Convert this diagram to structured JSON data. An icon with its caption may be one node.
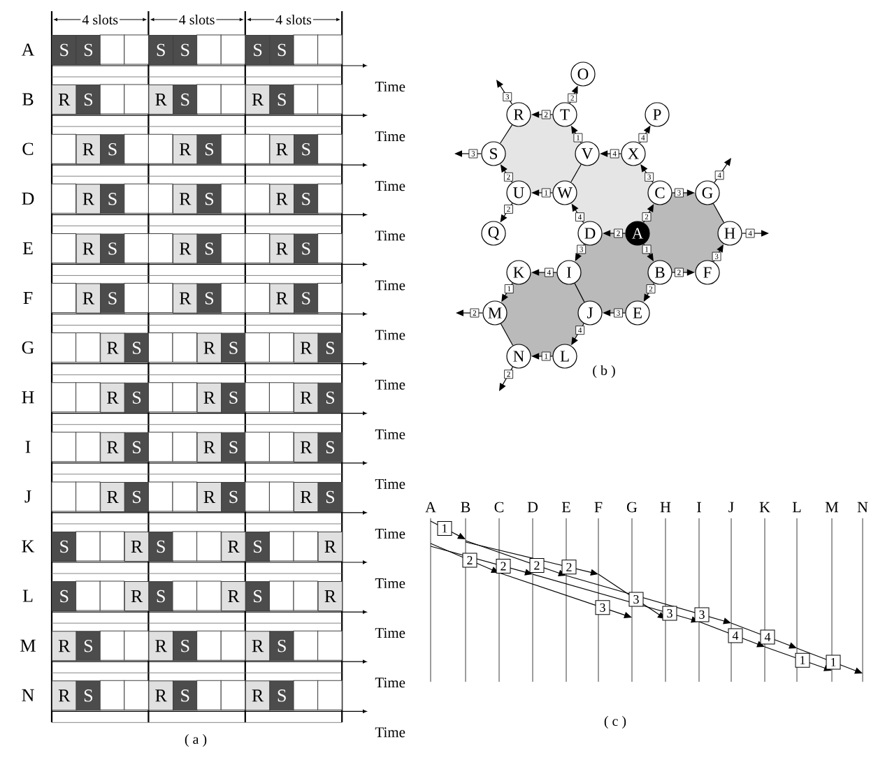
{
  "diagram": {
    "nodes": [
      {
        "text": [
          "O"
        ]
      },
      {
        "text": [
          "P"
        ]
      },
      {
        "text": [
          "R"
        ]
      },
      {
        "text": [
          "T"
        ]
      },
      {
        "text": [
          "S"
        ]
      },
      {
        "text": [
          "V"
        ]
      },
      {
        "text": [
          "X"
        ]
      },
      {
        "text": [
          "U"
        ]
      },
      {
        "text": [
          "W"
        ]
      },
      {
        "text": [
          "C"
        ]
      },
      {
        "text": [
          "G"
        ]
      },
      {
        "text": [
          "Q"
        ]
      },
      {
        "text": [
          "D"
        ]
      },
      {
        "text": [
          "A"
        ]
      },
      {
        "text": [
          "H"
        ]
      },
      {
        "text": [
          "K"
        ]
      },
      {
        "text": [
          "I"
        ]
      },
      {
        "text": [
          "B"
        ]
      },
      {
        "text": [
          "F"
        ]
      },
      {
        "text": [
          "M"
        ]
      },
      {
        "text": [
          "J"
        ]
      },
      {
        "text": [
          "E"
        ]
      },
      {
        "text": [
          "N"
        ]
      },
      {
        "text": [
          "L"
        ]
      },
      {
        "text": [
          "A"
        ]
      },
      {
        "text": [
          "B"
        ]
      },
      {
        "text": [
          "C"
        ]
      },
      {
        "text": [
          "D"
        ]
      },
      {
        "text": [
          "E"
        ]
      },
      {
        "text": [
          "F"
        ]
      },
      {
        "text": [
          "G"
        ]
      },
      {
        "text": [
          "H"
        ]
      },
      {
        "text": [
          "I"
        ]
      },
      {
        "text": [
          "J"
        ]
      },
      {
        "text": [
          "K"
        ]
      },
      {
        "text": [
          "L"
        ]
      },
      {
        "text": [
          "M"
        ]
      },
      {
        "text": [
          "N"
        ]
      }
    ],
    "edges": [
      {
        "from": 13,
        "to": 9,
        "arrow": "to",
        "label": "2"
      },
      {
        "from": 13,
        "to": 17,
        "arrow": "to",
        "label": "1"
      },
      {
        "from": 13,
        "to": 12,
        "arrow": "to",
        "label": "2"
      },
      {
        "from": 9,
        "to": 6,
        "arrow": "to",
        "label": "3"
      },
      {
        "from": 9,
        "to": 10,
        "arrow": "to",
        "label": "3"
      },
      {
        "from": 17,
        "to": 18,
        "arrow": "to",
        "label": "2"
      },
      {
        "from": 17,
        "to": 21,
        "arrow": "to",
        "label": "2"
      },
      {
        "from": 12,
        "to": 16,
        "arrow": "to",
        "label": "3"
      },
      {
        "from": 12,
        "to": 8,
        "arrow": "to",
        "label": "4"
      },
      {
        "from": 6,
        "to": 5,
        "arrow": "to",
        "label": "4"
      },
      {
        "from": 6,
        "to": 1,
        "arrow": "to",
        "label": "4"
      },
      {
        "from": 10,
        "to": null,
        "arrow": "to",
        "label": "4"
      },
      {
        "from": 18,
        "to": 14,
        "arrow": "to",
        "label": "3"
      },
      {
        "from": 21,
        "to": 20,
        "arrow": "to",
        "label": "3"
      },
      {
        "from": 16,
        "to": 15,
        "arrow": "to",
        "label": "4"
      },
      {
        "from": 8,
        "to": 7,
        "arrow": "to",
        "label": "1"
      },
      {
        "from": 5,
        "to": 3,
        "arrow": "to",
        "label": "1"
      },
      {
        "from": 14,
        "to": null,
        "arrow": "to",
        "label": "4"
      },
      {
        "from": 20,
        "to": 23,
        "arrow": "to",
        "label": "4"
      },
      {
        "from": 15,
        "to": 19,
        "arrow": "to",
        "label": "1"
      },
      {
        "from": 7,
        "to": 4,
        "arrow": "to",
        "label": "2"
      },
      {
        "from": 7,
        "to": 11,
        "arrow": "to",
        "label": "2"
      },
      {
        "from": 3,
        "to": 2,
        "arrow": "to",
        "label": "2"
      },
      {
        "from": 3,
        "to": 0,
        "arrow": "to",
        "label": "2"
      },
      {
        "from": 23,
        "to": 22,
        "arrow": "to",
        "label": "1"
      },
      {
        "from": 19,
        "to": null,
        "arrow": "to",
        "label": "2"
      },
      {
        "from": 4,
        "to": null,
        "arrow": "to",
        "label": "3"
      },
      {
        "from": 2,
        "to": null,
        "arrow": "to",
        "label": "3"
      },
      {
        "from": 22,
        "to": null,
        "arrow": "to",
        "label": "2"
      },
      {
        "from": 5,
        "to": 8,
        "arrow": "none"
      },
      {
        "from": 4,
        "to": 2,
        "arrow": "none"
      },
      {
        "from": 10,
        "to": 14,
        "arrow": "none"
      },
      {
        "from": 16,
        "to": 20,
        "arrow": "none"
      },
      {
        "from": 19,
        "to": 22,
        "arrow": "none"
      },
      {
        "from": 24,
        "to": 25,
        "arrow": "to",
        "label": "1"
      },
      {
        "from": 24,
        "to": 26,
        "arrow": "to",
        "label": "2"
      },
      {
        "from": 24,
        "to": 27,
        "arrow": "to",
        "label": "2"
      },
      {
        "from": 25,
        "to": 28,
        "arrow": "to",
        "label": "2"
      },
      {
        "from": 25,
        "to": 29,
        "arrow": "to",
        "label": "2"
      },
      {
        "from": 26,
        "to": 30,
        "arrow": "to",
        "label": "3"
      },
      {
        "from": 29,
        "to": 31,
        "arrow": "to",
        "label": "3"
      },
      {
        "from": 27,
        "to": 32,
        "arrow": "to",
        "label": "3"
      },
      {
        "from": 28,
        "to": 33,
        "arrow": "to",
        "label": "3"
      },
      {
        "from": 32,
        "to": 34,
        "arrow": "to",
        "label": "4"
      },
      {
        "from": 33,
        "to": 35,
        "arrow": "to",
        "label": "4"
      },
      {
        "from": 34,
        "to": 36,
        "arrow": "to",
        "label": "1"
      },
      {
        "from": 35,
        "to": 37,
        "arrow": "to",
        "label": "1"
      }
    ],
    "labels": [
      "4 slots",
      "4 slots",
      "4 slots",
      "A",
      "S",
      "S",
      "S",
      "S",
      "S",
      "S",
      "Time",
      "B",
      "R",
      "S",
      "R",
      "S",
      "R",
      "S",
      "Time",
      "C",
      "R",
      "S",
      "R",
      "S",
      "R",
      "S",
      "Time",
      "D",
      "R",
      "S",
      "R",
      "S",
      "R",
      "S",
      "Time",
      "E",
      "R",
      "S",
      "R",
      "S",
      "R",
      "S",
      "Time",
      "F",
      "R",
      "S",
      "R",
      "S",
      "R",
      "S",
      "Time",
      "G",
      "R",
      "S",
      "R",
      "S",
      "R",
      "S",
      "Time",
      "H",
      "R",
      "S",
      "R",
      "S",
      "R",
      "S",
      "Time",
      "I",
      "R",
      "S",
      "R",
      "S",
      "R",
      "S",
      "Time",
      "J",
      "R",
      "S",
      "R",
      "S",
      "R",
      "S",
      "Time",
      "K",
      "S",
      "R",
      "S",
      "R",
      "S",
      "R",
      "Time",
      "L",
      "S",
      "R",
      "S",
      "R",
      "S",
      "R",
      "Time",
      "M",
      "R",
      "S",
      "R",
      "S",
      "R",
      "S",
      "Time",
      "N",
      "R",
      "S",
      "R",
      "S",
      "R",
      "S",
      "Time",
      "( a )",
      "( b )",
      "( c )"
    ]
  }
}
